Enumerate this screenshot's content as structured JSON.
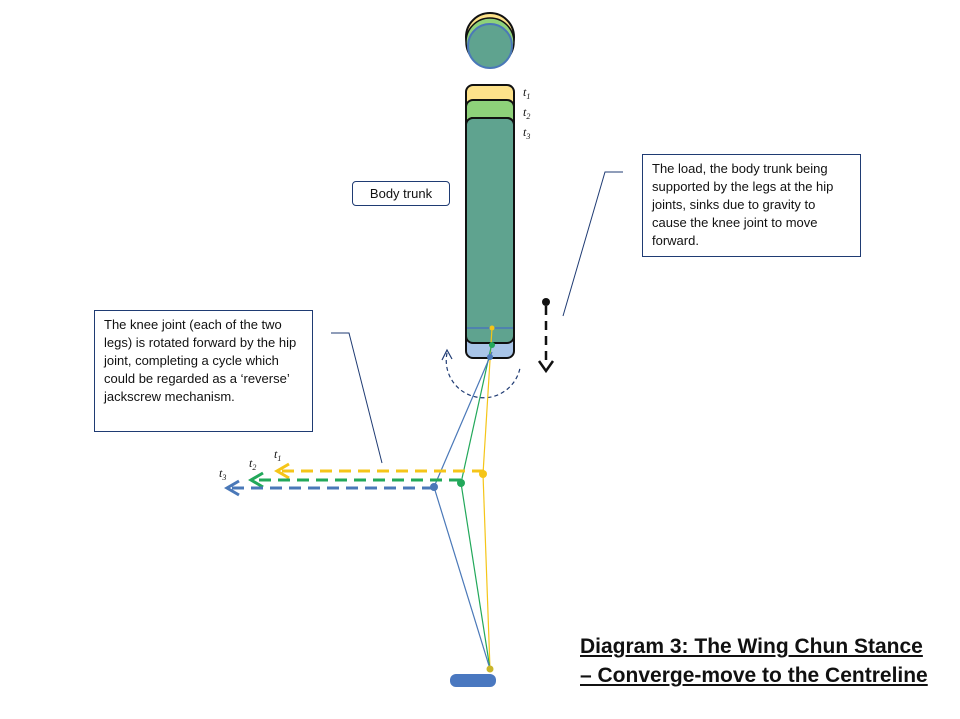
{
  "labels": {
    "body_trunk": "Body trunk",
    "load_note": "The load, the body trunk being supported by the legs at the hip joints, sinks due to gravity to cause the knee joint to move forward.",
    "knee_note": "The knee joint (each of the two legs) is rotated forward by the hip joint, completing a cycle which could be regarded as a ‘reverse’ jackscrew mechanism."
  },
  "time_labels": {
    "t1": {
      "base": "t",
      "sub": "1"
    },
    "t2": {
      "base": "t",
      "sub": "2"
    },
    "t3": {
      "base": "t",
      "sub": "3"
    }
  },
  "title": {
    "line1": "Diagram 3: The Wing Chun Stance",
    "line2": "– Converge-move to the Centreline"
  },
  "colors": {
    "t1": "#f5c518",
    "t2": "#22a85a",
    "t3": "#4a78b8",
    "trunk_fill": "#5fa38f",
    "trunk_t1": "#fde28a",
    "trunk_t2": "#8ed17a",
    "connector": "#1f3b73",
    "foot": "#4a78c0"
  }
}
